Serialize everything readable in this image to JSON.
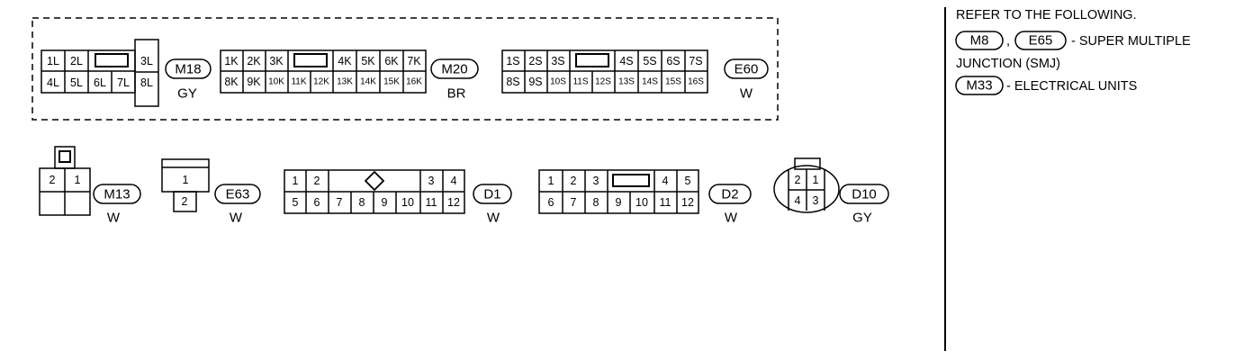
{
  "connectors": {
    "M18": {
      "id": "M18",
      "color": "GY",
      "top_pins": [
        "1L",
        "2L",
        "3L"
      ],
      "bottom_pins": [
        "4L",
        "5L",
        "6L",
        "7L",
        "8L"
      ]
    },
    "M20": {
      "id": "M20",
      "color": "BR",
      "top_pins": [
        "1K",
        "2K",
        "3K",
        "4K",
        "5K",
        "6K",
        "7K"
      ],
      "bottom_pins": [
        "8K",
        "9K",
        "10K",
        "11K",
        "12K",
        "13K",
        "14K",
        "15K",
        "16K"
      ]
    },
    "E60": {
      "id": "E60",
      "color": "W",
      "top_pins": [
        "1S",
        "2S",
        "3S",
        "4S",
        "5S",
        "6S",
        "7S"
      ],
      "bottom_pins": [
        "8S",
        "9S",
        "10S",
        "11S",
        "12S",
        "13S",
        "14S",
        "15S",
        "16S"
      ]
    },
    "M13": {
      "id": "M13",
      "color": "W",
      "top_pins": [
        "2",
        "1"
      ]
    },
    "E63": {
      "id": "E63",
      "color": "W",
      "top_pins": [
        "1"
      ],
      "bottom_pins": [
        "2"
      ]
    },
    "D1": {
      "id": "D1",
      "color": "W",
      "top_pins": [
        "1",
        "2",
        "3",
        "4"
      ],
      "bottom_pins": [
        "5",
        "6",
        "7",
        "8",
        "9",
        "10",
        "11",
        "12"
      ]
    },
    "D2": {
      "id": "D2",
      "color": "W",
      "top_pins": [
        "1",
        "2",
        "3",
        "4",
        "5"
      ],
      "bottom_pins": [
        "6",
        "7",
        "8",
        "9",
        "10",
        "11",
        "12"
      ]
    },
    "D10": {
      "id": "D10",
      "color": "GY",
      "top_pins": [
        "2",
        "1"
      ],
      "bottom_pins": [
        "4",
        "3"
      ]
    }
  },
  "note": {
    "line1": "REFER TO THE FOLLOWING.",
    "badge1": "M8",
    "sep": ",",
    "badge2": "E65",
    "line2_text": "- SUPER MULTIPLE",
    "line3": "JUNCTION (SMJ)",
    "badge3": "M33",
    "line4_text": "- ELECTRICAL UNITS"
  }
}
